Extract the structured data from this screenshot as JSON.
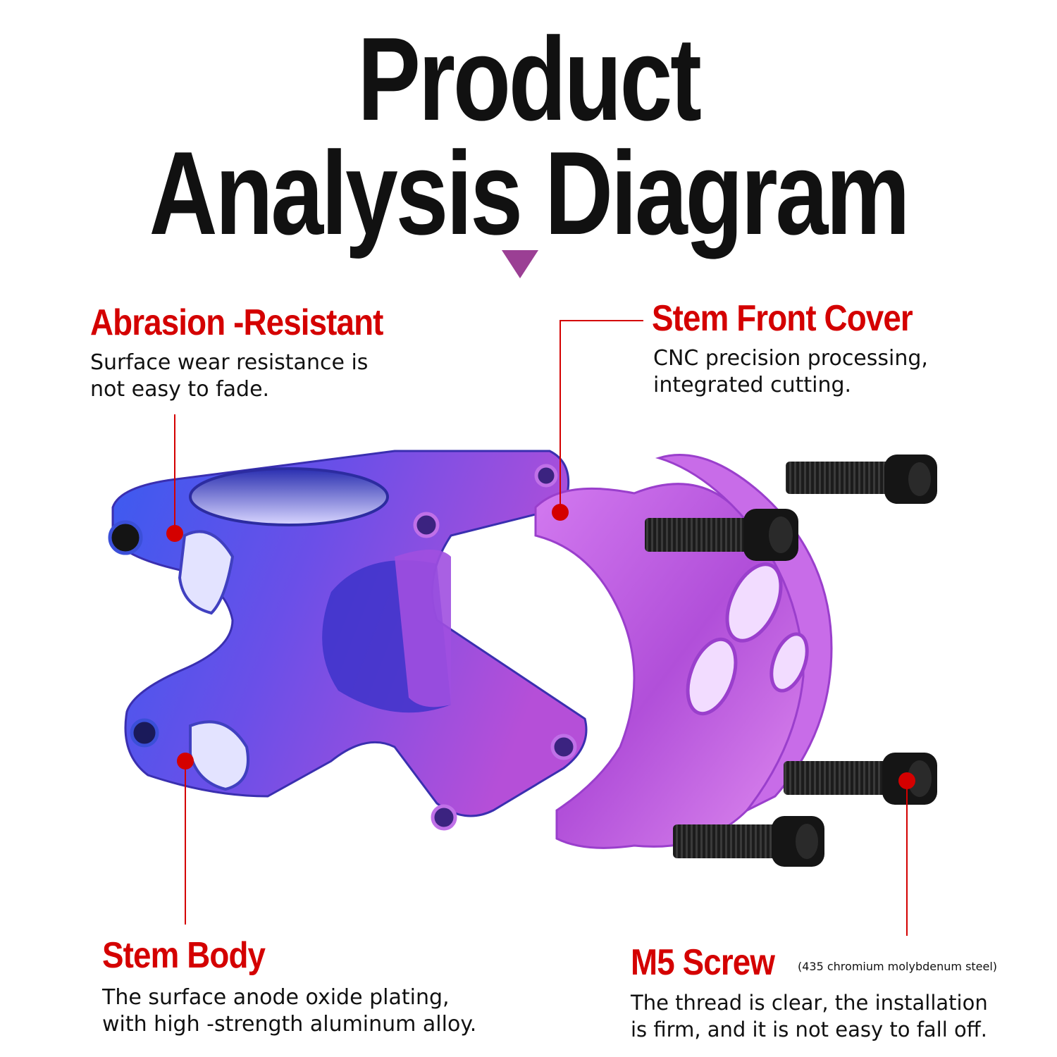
{
  "title": {
    "line1": "Product",
    "line2": "Analysis Diagram"
  },
  "callouts": {
    "abrasion": {
      "heading": "Abrasion -Resistant",
      "desc_line1": "Surface wear resistance is",
      "desc_line2": "not easy to fade."
    },
    "front_cover": {
      "heading": "Stem Front Cover",
      "desc_line1": "CNC precision processing,",
      "desc_line2": "integrated cutting."
    },
    "stem_body": {
      "heading": "Stem Body",
      "desc_line1": "The surface anode oxide plating,",
      "desc_line2": "with high -strength aluminum alloy."
    },
    "screw": {
      "heading": "M5 Screw",
      "note": "(435 chromium molybdenum steel)",
      "desc_line1": "The thread is clear, the installation",
      "desc_line2": "is firm, and it is not easy to fall off."
    }
  },
  "colors": {
    "accent_red": "#d40000",
    "arrow_purple": "#9b3f94",
    "stem_blue": "#4a4ee6",
    "stem_purple": "#b04fd8",
    "screw_black": "#151515"
  }
}
